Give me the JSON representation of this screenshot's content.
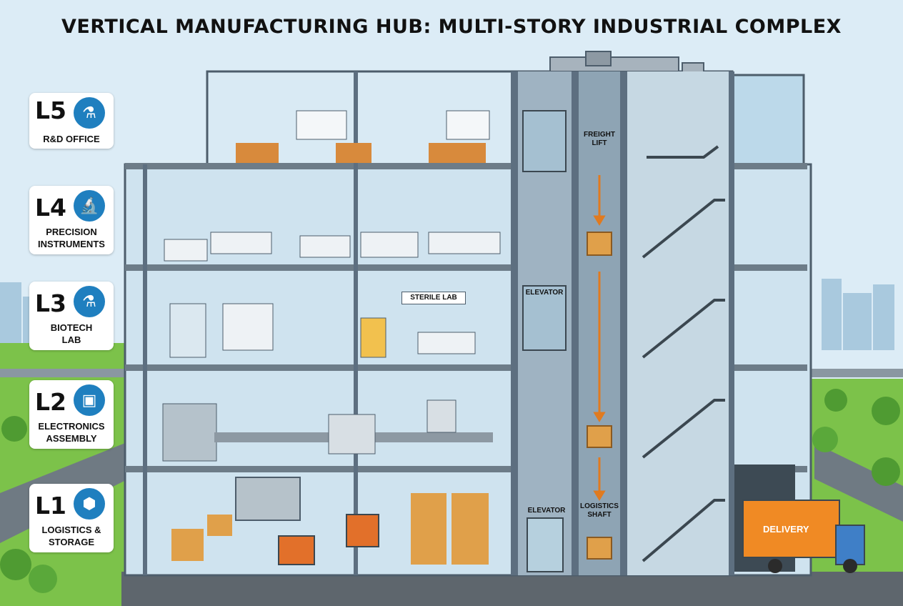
{
  "title": "VERTICAL MANUFACTURING HUB: MULTI-STORY INDUSTRIAL COMPLEX",
  "levels": [
    {
      "code": "L5",
      "name_lines": [
        "R&D OFFICE"
      ],
      "icon": "flask-icon"
    },
    {
      "code": "L4",
      "name_lines": [
        "PRECISION",
        "INSTRUMENTS"
      ],
      "icon": "microscope-icon"
    },
    {
      "code": "L3",
      "name_lines": [
        "BIOTECH",
        "LAB"
      ],
      "icon": "flask-icon"
    },
    {
      "code": "L2",
      "name_lines": [
        "ELECTRONICS",
        "ASSEMBLY"
      ],
      "icon": "chip-icon"
    },
    {
      "code": "L1",
      "name_lines": [
        "LOGISTICS &",
        "STORAGE"
      ],
      "icon": "box-icon"
    }
  ],
  "signs": {
    "freight_lift": [
      "FREIGHT",
      "LIFT"
    ],
    "sterile_lab": "STERILE LAB",
    "elevator_upper": "ELEVATOR",
    "elevator_lower": "ELEVATOR",
    "logistics_shaft": [
      "LOGISTICS",
      "SHAFT"
    ],
    "delivery": "DELIVERY"
  },
  "colors": {
    "accent": "#1f7fbf",
    "structure": "#5d6f80",
    "glass": "#bcd9ea",
    "cargo": "#e0a04a",
    "truck": "#f08a24",
    "forklift": "#e2702a",
    "grass": "#7cc24a"
  }
}
